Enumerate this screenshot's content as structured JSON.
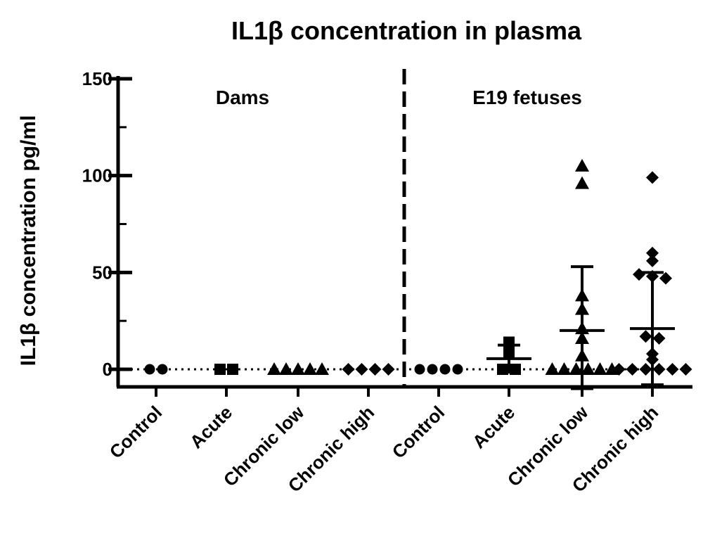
{
  "chart_data": {
    "type": "scatter",
    "title": "IL1β concentration in plasma",
    "ylabel": "IL1β concentration pg/ml",
    "xlabel": "",
    "ylim": [
      -10,
      150
    ],
    "yticks": [
      0,
      50,
      100,
      150
    ],
    "grid": false,
    "baseline": 0,
    "panels": [
      "Dams",
      "E19 fetuses"
    ],
    "categories": [
      "Control",
      "Acute",
      "Chronic low",
      "Chronic high",
      "Control",
      "Acute",
      "Chronic low",
      "Chronic high"
    ],
    "series": [
      {
        "category": "Control",
        "panel": "Dams",
        "marker": "circle",
        "values": [
          0,
          0
        ],
        "mean": null,
        "sd": null
      },
      {
        "category": "Acute",
        "panel": "Dams",
        "marker": "square",
        "values": [
          0,
          0
        ],
        "mean": null,
        "sd": null
      },
      {
        "category": "Chronic low",
        "panel": "Dams",
        "marker": "triangle",
        "values": [
          0,
          0,
          0,
          0,
          0
        ],
        "mean": null,
        "sd": null
      },
      {
        "category": "Chronic high",
        "panel": "Dams",
        "marker": "diamond",
        "values": [
          0,
          0,
          0,
          0
        ],
        "mean": null,
        "sd": null
      },
      {
        "category": "Control",
        "panel": "E19 fetuses",
        "marker": "circle",
        "values": [
          0,
          0,
          0,
          0
        ],
        "mean": null,
        "sd": null
      },
      {
        "category": "Acute",
        "panel": "E19 fetuses",
        "marker": "square",
        "values": [
          14,
          9,
          0,
          0
        ],
        "mean": 5.5,
        "sd": 7
      },
      {
        "category": "Chronic low",
        "panel": "E19 fetuses",
        "marker": "triangle",
        "values": [
          105,
          96,
          38,
          31,
          21,
          16,
          7,
          0,
          0,
          0,
          0,
          0,
          0
        ],
        "mean": 20,
        "sd": 33
      },
      {
        "category": "Chronic high",
        "panel": "E19 fetuses",
        "marker": "diamond",
        "values": [
          99,
          60,
          56,
          49,
          48,
          47,
          17,
          16,
          8,
          5,
          0,
          0,
          0,
          0,
          0,
          0
        ],
        "mean": 21,
        "sd": 29
      }
    ]
  }
}
